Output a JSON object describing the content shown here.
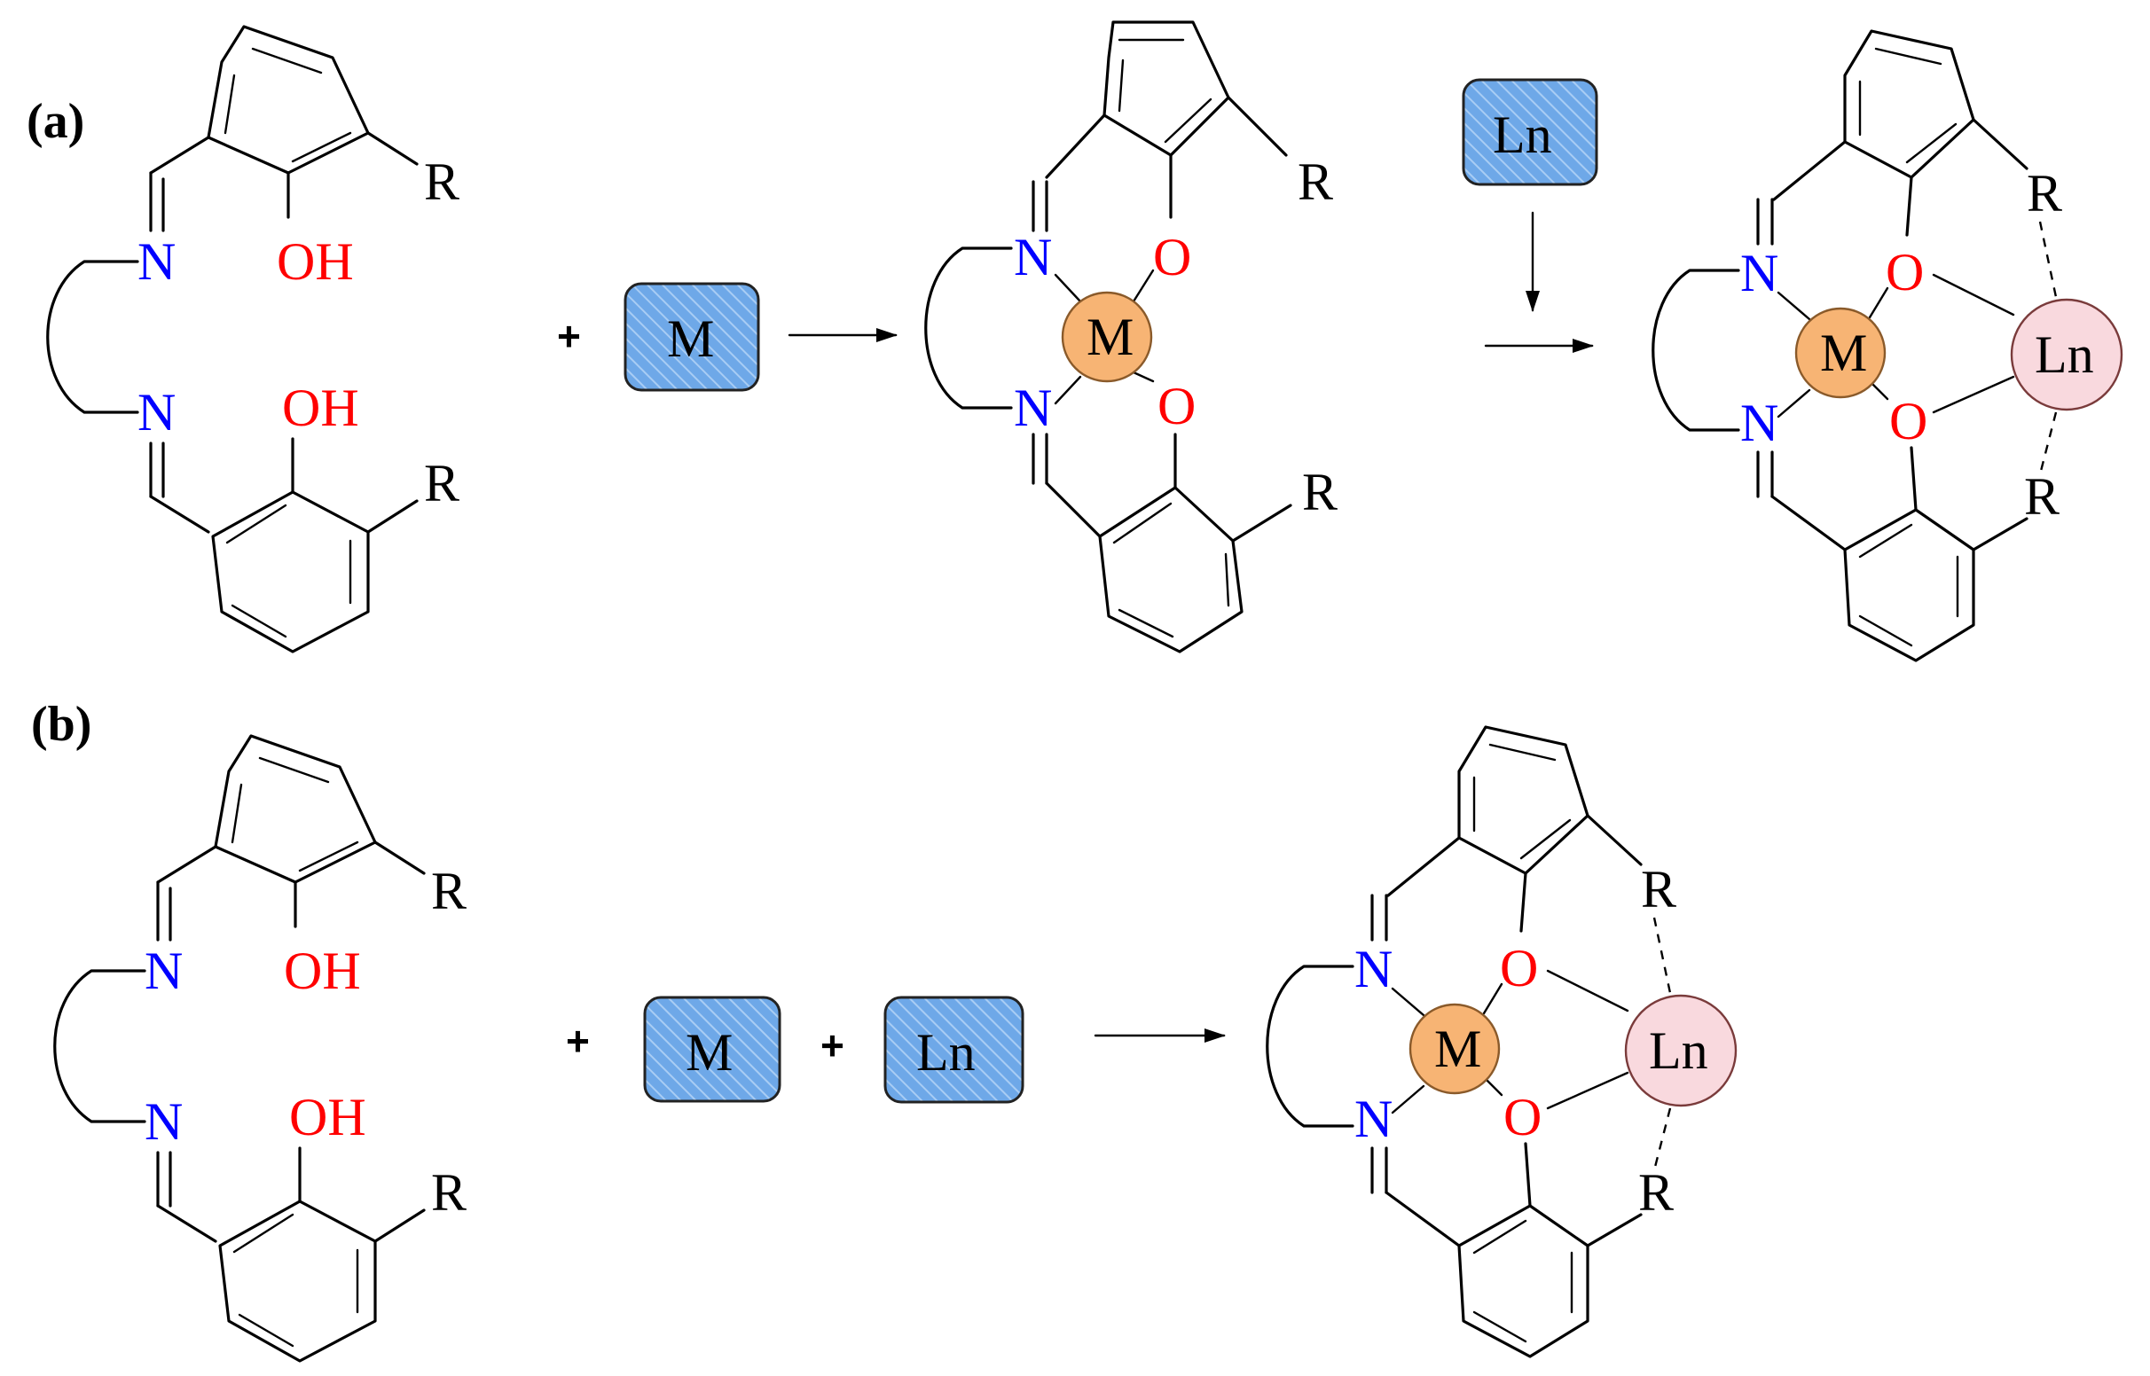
{
  "panels": [
    {
      "label": "(a)"
    },
    {
      "label": "(b)"
    }
  ],
  "atoms": {
    "N": "N",
    "O": "O",
    "OH": "OH",
    "R": "R"
  },
  "reagents": {
    "M": "M",
    "Ln": "Ln",
    "plus": "+"
  },
  "colors": {
    "nitrogen": "#0000ff",
    "oxygen": "#ff0000",
    "bond": "#000000",
    "reagent_box": "#6ea8e8",
    "metal_M": "#f7b474",
    "metal_Ln": "#f9d9de"
  }
}
